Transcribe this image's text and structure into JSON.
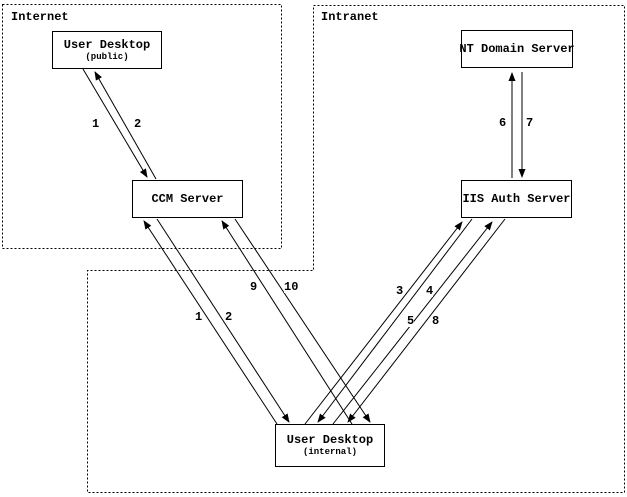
{
  "zones": {
    "internet": {
      "label": "Internet"
    },
    "intranet": {
      "label": "Intranet"
    }
  },
  "nodes": {
    "user_desktop_public": {
      "name": "User Desktop",
      "qualifier": "(public)"
    },
    "ccm_server": {
      "name": "CCM Server"
    },
    "nt_domain_server": {
      "name": "NT Domain Server"
    },
    "iis_auth_server": {
      "name": "IIS Auth Server"
    },
    "user_desktop_internal": {
      "name": "User Desktop",
      "qualifier": "(internal)"
    }
  },
  "flows": {
    "public_to_ccm": {
      "labels": [
        "1",
        "2"
      ]
    },
    "ccm_to_internal": {
      "labels": [
        "1",
        "2",
        "9",
        "10"
      ]
    },
    "iis_to_internal": {
      "labels": [
        "3",
        "4",
        "5",
        "8"
      ]
    },
    "nt_to_iis": {
      "labels": [
        "6",
        "7"
      ]
    }
  },
  "colors": {
    "line": "#000000",
    "background": "#ffffff"
  }
}
